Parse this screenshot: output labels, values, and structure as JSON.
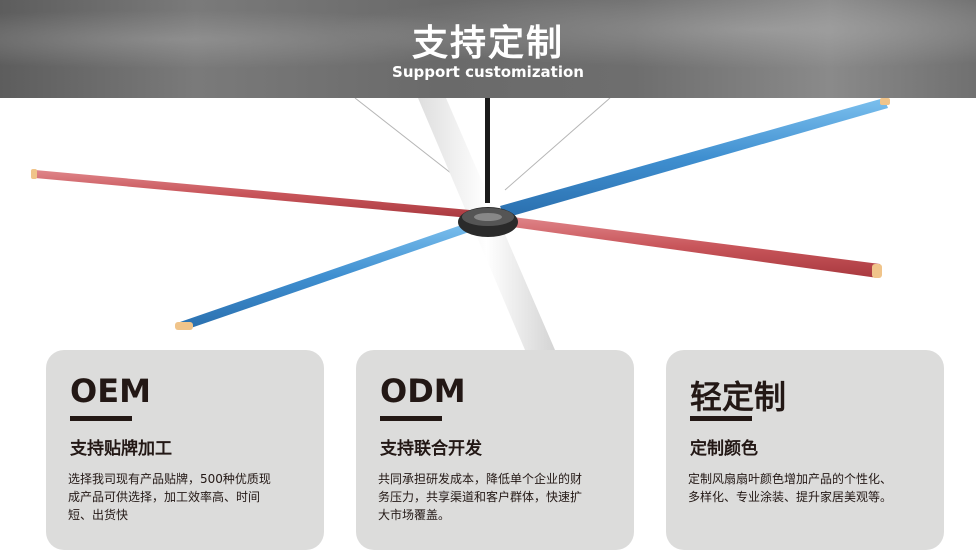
{
  "banner": {
    "title": "支持定制",
    "subtitle": "Support customization"
  },
  "cards": [
    {
      "title": "OEM",
      "subtitle": "支持贴牌加工",
      "description": "选择我司现有产品贴牌，500种优质现成产品可供选择，加工效率高、时间短、出货快"
    },
    {
      "title": "ODM",
      "subtitle": "支持联合开发",
      "description": "共同承担研发成本，降低单个企业的财务压力，共享渠道和客户群体，快速扩大市场覆盖。"
    },
    {
      "title": "轻定制",
      "subtitle": "定制颜色",
      "description": "定制风扇扇叶颜色增加产品的个性化、多样化、专业涂装、提升家居美观等。"
    }
  ],
  "colors": {
    "card_bg": "#dcdcdb",
    "text_dark": "#231815",
    "blade_red": "#c8555a",
    "blade_blue": "#3f8fd0",
    "blade_white": "#f4f4f4"
  }
}
